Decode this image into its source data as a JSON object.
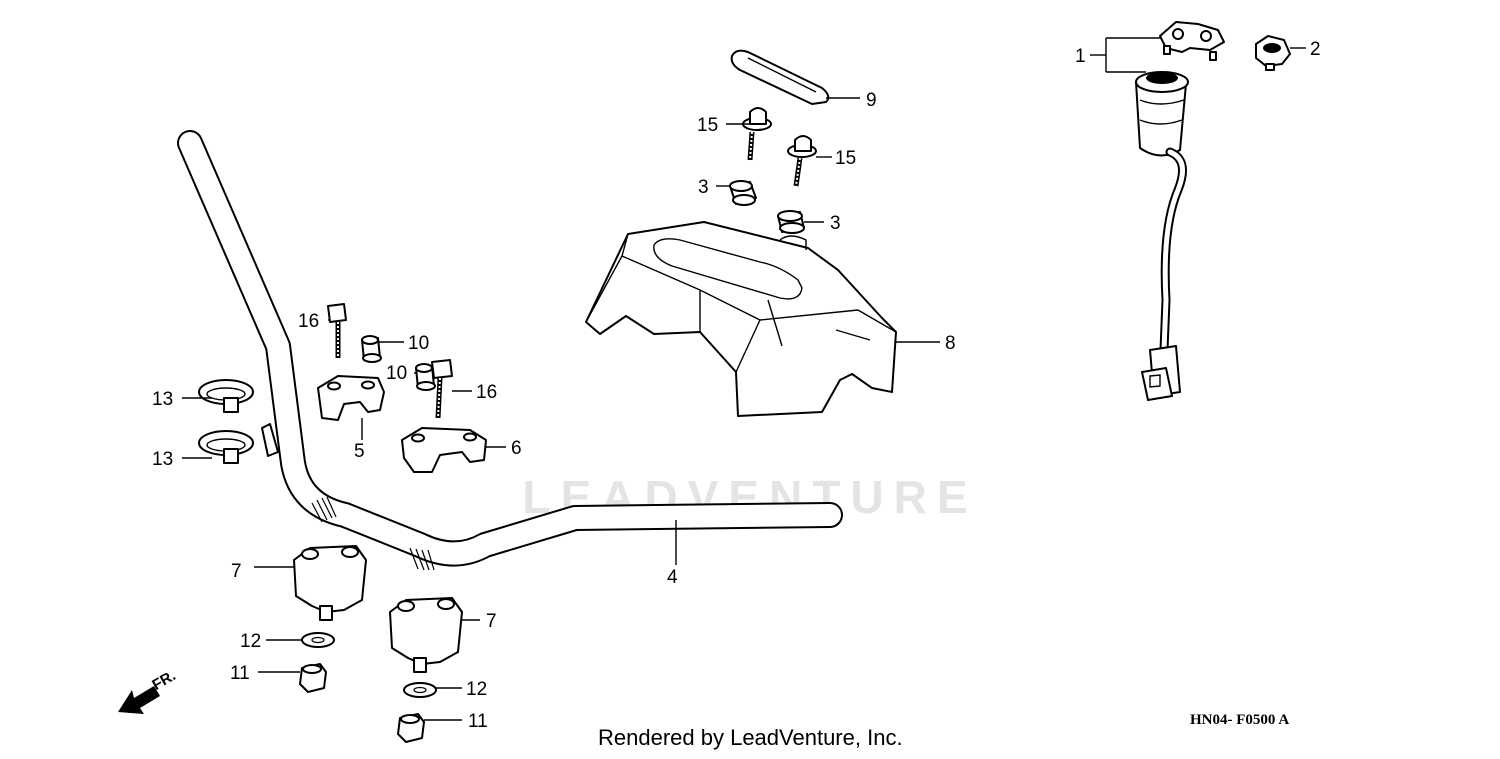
{
  "diagram": {
    "watermark": "LEADVENTURE",
    "footer_credit": "Rendered by LeadVenture, Inc.",
    "drawing_code": "HN04- F0500 A",
    "direction_label": "FR.",
    "callouts": [
      "1",
      "2",
      "3",
      "3",
      "4",
      "5",
      "6",
      "7",
      "7",
      "8",
      "9",
      "10",
      "10",
      "11",
      "11",
      "12",
      "12",
      "13",
      "13",
      "15",
      "15",
      "16",
      "16"
    ]
  }
}
